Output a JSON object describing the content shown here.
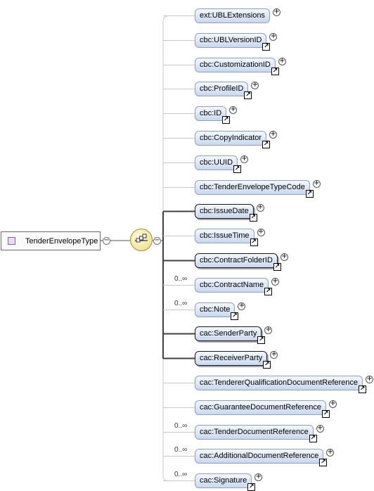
{
  "root": {
    "label": "TenderEnvelopeType",
    "toggle": "−"
  },
  "sequence": {
    "toggle": "−"
  },
  "icons": {
    "expand": "+",
    "reference": "↗"
  },
  "elements": [
    {
      "label": "ext:UBLExtensions",
      "required": false,
      "cardinality": ""
    },
    {
      "label": "cbc:UBLVersionID",
      "required": false,
      "cardinality": ""
    },
    {
      "label": "cbc:CustomizationID",
      "required": false,
      "cardinality": ""
    },
    {
      "label": "cbc:ProfileID",
      "required": false,
      "cardinality": ""
    },
    {
      "label": "cbc:ID",
      "required": false,
      "cardinality": ""
    },
    {
      "label": "cbc:CopyIndicator",
      "required": false,
      "cardinality": ""
    },
    {
      "label": "cbc:UUID",
      "required": false,
      "cardinality": ""
    },
    {
      "label": "cbc:TenderEnvelopeTypeCode",
      "required": false,
      "cardinality": ""
    },
    {
      "label": "cbc:IssueDate",
      "required": true,
      "cardinality": ""
    },
    {
      "label": "cbc:IssueTime",
      "required": false,
      "cardinality": ""
    },
    {
      "label": "cbc:ContractFolderID",
      "required": true,
      "cardinality": ""
    },
    {
      "label": "cbc:ContractName",
      "required": false,
      "cardinality": "0..∞"
    },
    {
      "label": "cbc:Note",
      "required": false,
      "cardinality": "0..∞"
    },
    {
      "label": "cac:SenderParty",
      "required": true,
      "cardinality": ""
    },
    {
      "label": "cac:ReceiverParty",
      "required": true,
      "cardinality": ""
    },
    {
      "label": "cac:TendererQualificationDocumentReference",
      "required": false,
      "cardinality": ""
    },
    {
      "label": "cac:GuaranteeDocumentReference",
      "required": false,
      "cardinality": ""
    },
    {
      "label": "cac:TenderDocumentReference",
      "required": false,
      "cardinality": "0..∞"
    },
    {
      "label": "cac:AdditionalDocumentReference",
      "required": false,
      "cardinality": "0..∞"
    },
    {
      "label": "cac:Signature",
      "required": false,
      "cardinality": "0..∞"
    }
  ]
}
